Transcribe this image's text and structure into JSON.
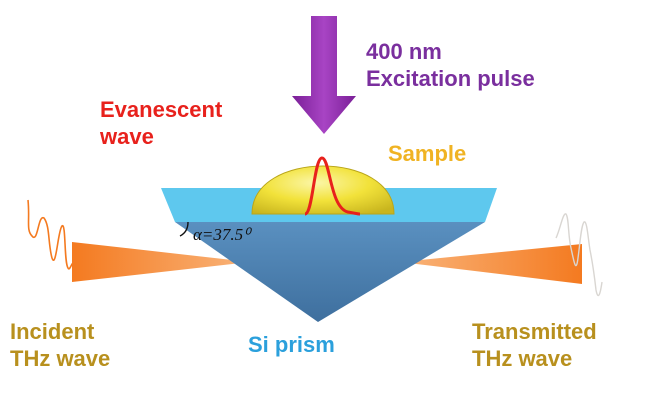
{
  "labels": {
    "excitation_line1": "400 nm",
    "excitation_line2": "Excitation pulse",
    "evanescent_line1": "Evanescent",
    "evanescent_line2": "wave",
    "sample": "Sample",
    "incident_line1": "Incident",
    "incident_line2": "THz wave",
    "prism": "Si prism",
    "transmitted_line1": "Transmitted",
    "transmitted_line2": "THz wave",
    "angle": "α=37.5⁰"
  },
  "colors": {
    "excitation_text": "#7a2f9e",
    "arrow": "#8b2aa8",
    "evanescent_text": "#e8211c",
    "sample_text": "#f0b323",
    "thz_text": "#b8901e",
    "prism_text": "#2ba0dc",
    "prism_top": "#5ec8ee",
    "prism_body": "#4b7fb0",
    "sample_dome": "#f2e23a",
    "thz_beam": "#f47a20",
    "pulse_curve": "#e8211c"
  }
}
